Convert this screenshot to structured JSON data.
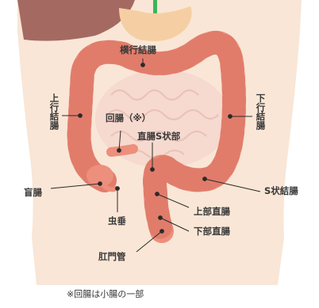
{
  "labels": {
    "transverse_colon": "横行結腸",
    "ascending_colon": "上行結腸",
    "descending_colon": "下行結腸",
    "ileum": "回腸（※）",
    "rectosigmoid": "直腸S状部",
    "cecum": "盲腸",
    "appendix": "虫垂",
    "upper_rectum": "上部直腸",
    "sigmoid_colon": "S状結腸",
    "lower_rectum": "下部直腸",
    "anal_canal": "肛門管"
  },
  "footnote": "※回腸は小腸の一部",
  "colors": {
    "skin": "#f9e6d6",
    "colon": "#ec8f7c",
    "colon_dark": "#d86e5c",
    "small_intestine": "#f6d9cf",
    "liver": "#a46a62",
    "stomach": "#f5cfa3",
    "esophagus": "#3cb35a",
    "leader": "#2b2b2b"
  }
}
